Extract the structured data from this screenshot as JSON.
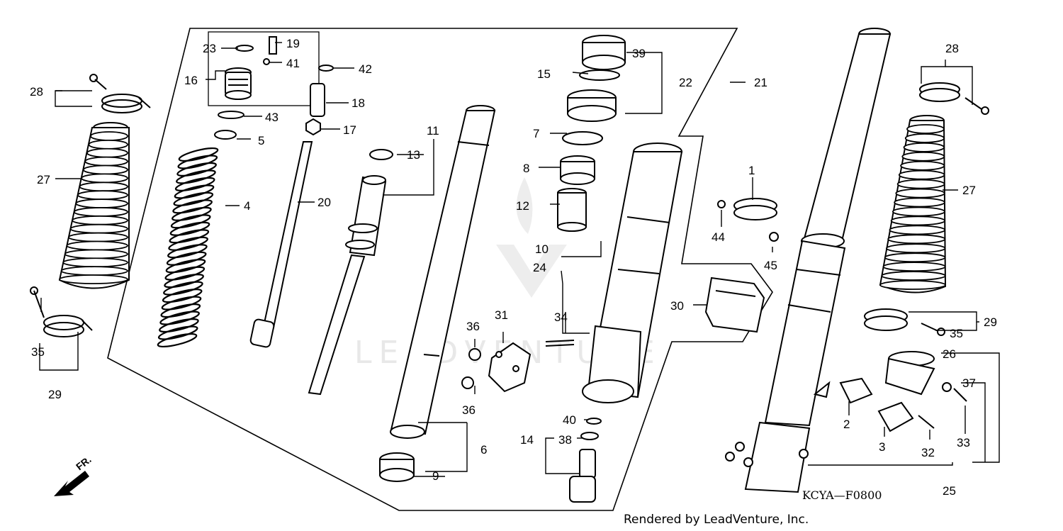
{
  "diagram": {
    "drawing_code": "KCYA—F0800",
    "credit": "Rendered by LeadVenture, Inc.",
    "direction": "FR.",
    "watermark": "LEADVENTURE"
  },
  "callouts": [
    {
      "id": "c1",
      "label": "1"
    },
    {
      "id": "c2",
      "label": "2"
    },
    {
      "id": "c3",
      "label": "3"
    },
    {
      "id": "c4",
      "label": "4"
    },
    {
      "id": "c5",
      "label": "5"
    },
    {
      "id": "c6",
      "label": "6"
    },
    {
      "id": "c7",
      "label": "7"
    },
    {
      "id": "c8",
      "label": "8"
    },
    {
      "id": "c9",
      "label": "9"
    },
    {
      "id": "c10",
      "label": "10"
    },
    {
      "id": "c11",
      "label": "11"
    },
    {
      "id": "c12",
      "label": "12"
    },
    {
      "id": "c13",
      "label": "13"
    },
    {
      "id": "c14",
      "label": "14"
    },
    {
      "id": "c15",
      "label": "15"
    },
    {
      "id": "c16",
      "label": "16"
    },
    {
      "id": "c17",
      "label": "17"
    },
    {
      "id": "c18",
      "label": "18"
    },
    {
      "id": "c19",
      "label": "19"
    },
    {
      "id": "c20",
      "label": "20"
    },
    {
      "id": "c21",
      "label": "21"
    },
    {
      "id": "c22",
      "label": "22"
    },
    {
      "id": "c23",
      "label": "23"
    },
    {
      "id": "c24",
      "label": "24"
    },
    {
      "id": "c25",
      "label": "25"
    },
    {
      "id": "c26",
      "label": "26"
    },
    {
      "id": "c27a",
      "label": "27"
    },
    {
      "id": "c27b",
      "label": "27"
    },
    {
      "id": "c28a",
      "label": "28"
    },
    {
      "id": "c28b",
      "label": "28"
    },
    {
      "id": "c29a",
      "label": "29"
    },
    {
      "id": "c29b",
      "label": "29"
    },
    {
      "id": "c30",
      "label": "30"
    },
    {
      "id": "c31",
      "label": "31"
    },
    {
      "id": "c32",
      "label": "32"
    },
    {
      "id": "c33",
      "label": "33"
    },
    {
      "id": "c34",
      "label": "34"
    },
    {
      "id": "c35a",
      "label": "35"
    },
    {
      "id": "c35b",
      "label": "35"
    },
    {
      "id": "c36a",
      "label": "36"
    },
    {
      "id": "c36b",
      "label": "36"
    },
    {
      "id": "c37",
      "label": "37"
    },
    {
      "id": "c38",
      "label": "38"
    },
    {
      "id": "c39",
      "label": "39"
    },
    {
      "id": "c40",
      "label": "40"
    },
    {
      "id": "c41",
      "label": "41"
    },
    {
      "id": "c42",
      "label": "42"
    },
    {
      "id": "c43",
      "label": "43"
    },
    {
      "id": "c44",
      "label": "44"
    },
    {
      "id": "c45",
      "label": "45"
    }
  ]
}
